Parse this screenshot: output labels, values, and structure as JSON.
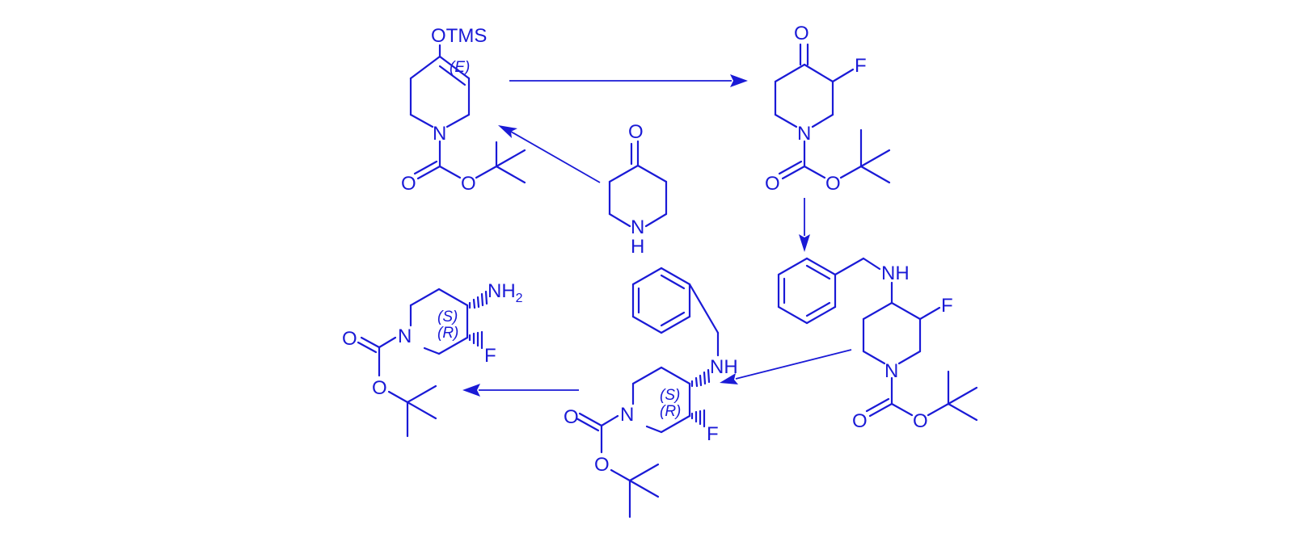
{
  "colors": {
    "ink": "#1a1ad6",
    "background": "#ffffff"
  },
  "labels": {
    "otms": "OTMS",
    "oxygen": "O",
    "nitrogen": "N",
    "fluorine": "F",
    "nh": "NH",
    "h": "H",
    "nh2_main": "NH",
    "nh2_sub": "2",
    "stereo_e": "(E)",
    "stereo_s": "(S)",
    "stereo_r": "(R)"
  }
}
